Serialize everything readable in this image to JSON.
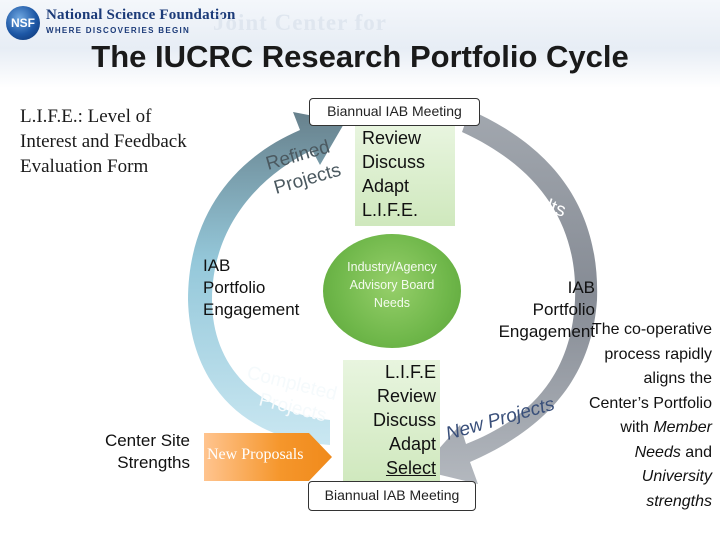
{
  "header": {
    "logo_initials": "NSF",
    "logo_name": "National Science Foundation",
    "logo_tagline": "WHERE DISCOVERIES BEGIN",
    "watermark": "Joint Center for"
  },
  "title": "The IUCRC Research Portfolio Cycle",
  "lfe_definition": "L.I.F.E.: Level of Interest and Feedback Evaluation Form",
  "cycle": {
    "top_meeting": "Biannual IAB Meeting",
    "bottom_meeting": "Biannual IAB Meeting",
    "top_stack": [
      "Review",
      "Discuss",
      "Adapt",
      "L.I.F.E."
    ],
    "bottom_stack": [
      "L.I.F.E",
      "Review",
      "Discuss",
      "Adapt",
      "Select"
    ],
    "hub": "Industry/Agency Advisory Board Needs",
    "left_engagement": [
      "IAB",
      "Portfolio",
      "Engagement"
    ],
    "right_engagement": [
      "IAB",
      "Portfolio",
      "Engagement"
    ],
    "center_strengths": [
      "Center Site",
      "Strengths"
    ],
    "new_proposals": "New Proposals",
    "arrow_labels": {
      "refined": "Refined",
      "projects_top": "Projects",
      "initial_results": "Initial Results",
      "completed": "Completed",
      "projects_bottom": "Projects",
      "new_projects": "New Projects"
    }
  },
  "sidebar_note": {
    "line1": "The co-operative process rapidly aligns the Center’s Portfolio with",
    "member_needs": "Member Needs",
    "and_word": "and",
    "university_strengths": "University strengths"
  },
  "colors": {
    "left_arc": "#8fc5d8",
    "right_arc": "#8a8f99",
    "hub": "#6fb74a",
    "new_proposals": "#f5962b",
    "stack_box": "#d6ecc6"
  }
}
